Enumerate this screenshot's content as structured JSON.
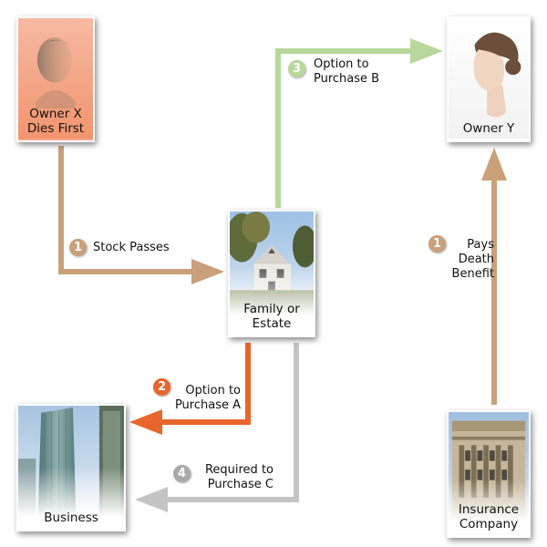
{
  "colors": {
    "tan_arrow": "#c9a07a",
    "green_arrow": "#b7d89a",
    "orange_arrow": "#e8652b",
    "gray_arrow": "#c4c4c4"
  },
  "cards": {
    "owner_x": {
      "line1": "Owner X",
      "line2": "Dies First",
      "image": "man-portrait"
    },
    "owner_y": {
      "line1": "Owner Y",
      "image": "woman-portrait"
    },
    "family": {
      "line1": "Family or",
      "line2": "Estate",
      "image": "house-photo"
    },
    "business": {
      "line1": "Business",
      "image": "skyscraper-photo"
    },
    "insurance": {
      "line1": "Insurance",
      "line2": "Company",
      "image": "bank-building-photo"
    }
  },
  "steps": {
    "stock_passes": {
      "number": "1",
      "line1": "Stock Passes",
      "badge_color": "#c9a07a"
    },
    "pays_benefit": {
      "number": "1",
      "line1": "Pays",
      "line2": "Death",
      "line3": "Benefit",
      "badge_color": "#c9a07a"
    },
    "option_b": {
      "number": "3",
      "line1": "Option to",
      "line2": "Purchase B",
      "badge_color": "#b7d89a"
    },
    "option_a": {
      "number": "2",
      "line1": "Option to",
      "line2": "Purchase A",
      "badge_color": "#e8652b"
    },
    "required_c": {
      "number": "4",
      "line1": "Required to",
      "line2": "Purchase C",
      "badge_color": "#a9a9a9"
    }
  }
}
